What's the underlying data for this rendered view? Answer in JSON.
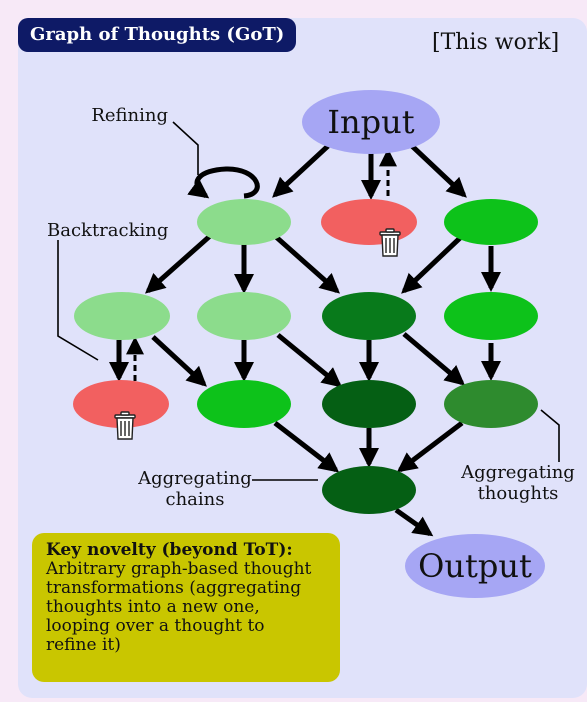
{
  "title": "Graph of Thoughts (GoT)",
  "this_work": "[This work]",
  "nodes": {
    "input": "Input",
    "output": "Output"
  },
  "labels": {
    "refining": "Refining",
    "backtracking": "Backtracking",
    "aggregating_chains_1": "Aggregating",
    "aggregating_chains_2": "chains",
    "aggregating_thoughts_1": "Aggregating",
    "aggregating_thoughts_2": "thoughts"
  },
  "novelty": {
    "title": "Key novelty (beyond ToT):",
    "lines": [
      "Arbitrary graph-based thought",
      "transformations (aggregating",
      "thoughts into a new one,",
      "looping over a thought to",
      "refine it)"
    ]
  },
  "colors": {
    "panel": "#e0e2fa",
    "title_bg": "#0e1a66",
    "io_node": "#a6a6f4",
    "light_green": "#8cdc8c",
    "green": "#0dc21a",
    "dark_green": "#087a1b",
    "darker_green": "#055f14",
    "olive_green": "#2e8b2e",
    "rejected": "#f26060",
    "novelty_box": "#c9c600"
  },
  "icons": [
    "trash-icon",
    "trash-icon"
  ]
}
